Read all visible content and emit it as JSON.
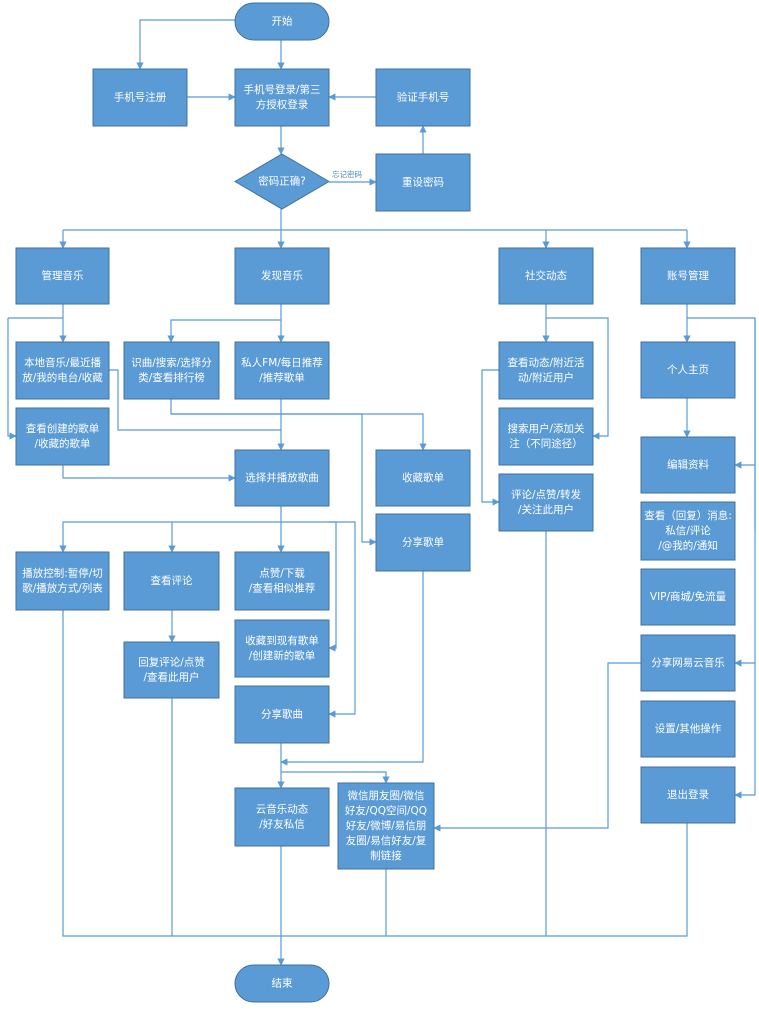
{
  "flowchart": {
    "nodes": [
      {
        "id": "start",
        "lines": [
          "开始"
        ]
      },
      {
        "id": "register",
        "lines": [
          "手机号注册"
        ]
      },
      {
        "id": "login",
        "lines": [
          "手机号登录/第三",
          "方授权登录"
        ]
      },
      {
        "id": "verify",
        "lines": [
          "验证手机号"
        ]
      },
      {
        "id": "pwd-check",
        "lines": [
          "密码正确?"
        ]
      },
      {
        "id": "reset",
        "lines": [
          "重设密码"
        ]
      },
      {
        "id": "manage",
        "lines": [
          "管理音乐"
        ]
      },
      {
        "id": "discover",
        "lines": [
          "发现音乐"
        ]
      },
      {
        "id": "social",
        "lines": [
          "社交动态"
        ]
      },
      {
        "id": "account",
        "lines": [
          "账号管理"
        ]
      },
      {
        "id": "local",
        "lines": [
          "本地音乐/最近播",
          "放/我的电台/收藏"
        ]
      },
      {
        "id": "view-created",
        "lines": [
          "查看创建的歌单",
          "/收藏的歌单"
        ]
      },
      {
        "id": "recognize",
        "lines": [
          "识曲/搜索/选择分",
          "类/查看排行榜"
        ]
      },
      {
        "id": "fm",
        "lines": [
          "私人FM/每日推荐",
          "/推荐歌单"
        ]
      },
      {
        "id": "view-moments",
        "lines": [
          "查看动态/附近活",
          "动/附近用户"
        ]
      },
      {
        "id": "search-user",
        "lines": [
          "搜索用户/添加关",
          "注（不同途径）"
        ]
      },
      {
        "id": "comment-like",
        "lines": [
          "评论/点赞/转发",
          "/关注此用户"
        ]
      },
      {
        "id": "homepage",
        "lines": [
          "个人主页"
        ]
      },
      {
        "id": "edit-profile",
        "lines": [
          "编辑资料"
        ]
      },
      {
        "id": "messages",
        "lines": [
          "查看（回复）消息:",
          "私信/评论",
          "/@我的/通知"
        ]
      },
      {
        "id": "vip",
        "lines": [
          "VIP/商城/免流量"
        ]
      },
      {
        "id": "share-app",
        "lines": [
          "分享网易云音乐"
        ]
      },
      {
        "id": "settings",
        "lines": [
          "设置/其他操作"
        ]
      },
      {
        "id": "logout",
        "lines": [
          "退出登录"
        ]
      },
      {
        "id": "select-play",
        "lines": [
          "选择并播放歌曲"
        ]
      },
      {
        "id": "collect-list",
        "lines": [
          "收藏歌单"
        ]
      },
      {
        "id": "share-list",
        "lines": [
          "分享歌单"
        ]
      },
      {
        "id": "play-control",
        "lines": [
          "播放控制:暂停/切",
          "歌/播放方式/列表"
        ]
      },
      {
        "id": "view-comments",
        "lines": [
          "查看评论"
        ]
      },
      {
        "id": "like-download",
        "lines": [
          "点赞/下载",
          "/查看相似推荐"
        ]
      },
      {
        "id": "reply-comment",
        "lines": [
          "回复评论/点赞",
          "/查看此用户"
        ]
      },
      {
        "id": "add-to-list",
        "lines": [
          "收藏到现有歌单",
          "/创建新的歌单"
        ]
      },
      {
        "id": "share-song",
        "lines": [
          "分享歌曲"
        ]
      },
      {
        "id": "cloud-moments",
        "lines": [
          "云音乐动态",
          "/好友私信"
        ]
      },
      {
        "id": "share-targets",
        "lines": [
          "微信朋友圈/微信",
          "好友/QQ空间/QQ",
          "好友/微博/易信朋",
          "友圈/易信好友/复",
          "制链接"
        ]
      },
      {
        "id": "end",
        "lines": [
          "结束"
        ]
      }
    ],
    "edge_labels": {
      "forgot": "忘记密码"
    }
  }
}
